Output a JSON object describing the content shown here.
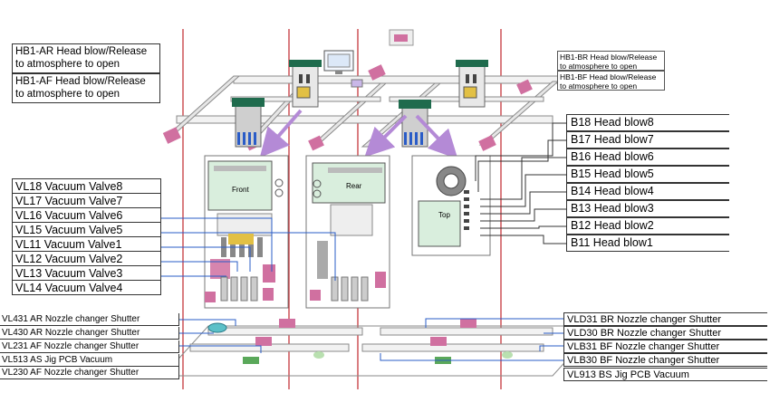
{
  "hb_labels": {
    "hb1_ar": [
      "HB1-AR Head blow/Release",
      "to atmosphere to open"
    ],
    "hb1_af": [
      "HB1-AF Head blow/Release",
      "to atmosphere to open"
    ],
    "hb1_br": [
      "HB1-BR Head blow/Release",
      "to atmosphere to open"
    ],
    "hb1_bf": [
      "HB1-BF Head blow/Release",
      "to atmosphere to open"
    ]
  },
  "head_blows": [
    "B18 Head blow8",
    "B17 Head blow7",
    "B16 Head blow6",
    "B15 Head blow5",
    "B14 Head blow4",
    "B13 Head blow3",
    "B12 Head blow2",
    "B11 Head blow1"
  ],
  "vacuum_valves": [
    "VL18 Vacuum Valve8",
    "VL17 Vacuum Valve7",
    "VL16 Vacuum Valve6",
    "VL15 Vacuum Valve5",
    "VL11 Vacuum Valve1",
    "VL12 Vacuum Valve2",
    "VL13 Vacuum Valve3",
    "VL14 Vacuum Valve4"
  ],
  "left_shutters": [
    "VL431 AR Nozzle changer Shutter",
    "VL430 AR Nozzle changer Shutter",
    "VL231 AF Nozzle changer Shutter",
    "VL513 AS Jig PCB Vacuum",
    "VL230 AF Nozzle changer Shutter"
  ],
  "right_shutters": [
    "VLD31 BR Nozzle changer Shutter",
    "VLD30 BR Nozzle changer Shutter",
    "VLB31 BF Nozzle changer Shutter",
    "VLB30 BF Nozzle changer Shutter",
    "VL913 BS Jig PCB Vacuum"
  ],
  "boards": {
    "front": "Front",
    "rear": "Rear",
    "top": "Top"
  },
  "colors": {
    "divider": "#c0272d",
    "rail": "#8a8a8a",
    "rail_fill": "#f0f0f0",
    "pink_block": "#d070a0",
    "green_cap": "#1f6b4d",
    "purple_arrow": "#b48ad6",
    "blue_line": "#2a5cc7"
  },
  "icons": [
    "solenoid-valve-icon",
    "head-unit-icon",
    "monitor-icon",
    "pcb-board-icon",
    "nozzle-icon"
  ]
}
